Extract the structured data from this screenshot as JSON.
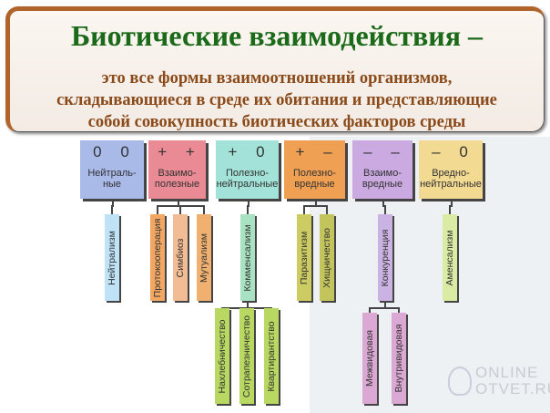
{
  "banner": {
    "title": "Биотические взаимодействия –",
    "subtitle_lines": [
      "это все формы взаимоотношений организмов,",
      "складывающиеся в среде их обитания и представляющие",
      "собой совокупность биотических факторов среды"
    ]
  },
  "categories": [
    {
      "sign": "0 0",
      "label": "Нейтраль-\nные",
      "color": "#a9b9e8",
      "children": [
        {
          "label": "Нейтрализм",
          "color": "#bfe2f6"
        }
      ]
    },
    {
      "sign": "+ +",
      "label": "Взаимо-\nполезные",
      "color": "#ea8a94",
      "children": [
        {
          "label": "Протокооперация",
          "color": "#f2a862"
        },
        {
          "label": "Симбиоз",
          "color": "#f2bc94"
        },
        {
          "label": "Мутуализм",
          "color": "#f0b070"
        }
      ]
    },
    {
      "sign": "+ 0",
      "label": "Полезно-\nнейтральные",
      "color": "#a2e2d8",
      "children": [
        {
          "label": "Комменсализм",
          "color": "#a8e2c2",
          "children": [
            {
              "label": "Нахлебничество",
              "color": "#b8d862"
            },
            {
              "label": "Сотрапезничество",
              "color": "#b8d862"
            },
            {
              "label": "Квартирантство",
              "color": "#b8d862"
            }
          ]
        }
      ]
    },
    {
      "sign": "+ –",
      "label": "Полезно-\nвредные",
      "color": "#f0a052",
      "children": [
        {
          "label": "Паразитизм",
          "color": "#cccc62"
        },
        {
          "label": "Хищничество",
          "color": "#c4c45c"
        }
      ]
    },
    {
      "sign": "– –",
      "label": "Взаимо-\nвредные",
      "color": "#cbaae2",
      "children": [
        {
          "label": "Конкуренция",
          "color": "#cab2e2",
          "children": [
            {
              "label": "Межвидовая",
              "color": "#daa8d2"
            },
            {
              "label": "Внутривидовая",
              "color": "#daa8d2"
            }
          ]
        }
      ]
    },
    {
      "sign": "– 0",
      "label": "Вредно-\nнейтральные",
      "color": "#f3da92",
      "children": [
        {
          "label": "Аменсализм",
          "color": "#daeca4"
        }
      ]
    }
  ],
  "watermark": {
    "line1": "ONLINE",
    "line2": "OTVET.RU"
  }
}
